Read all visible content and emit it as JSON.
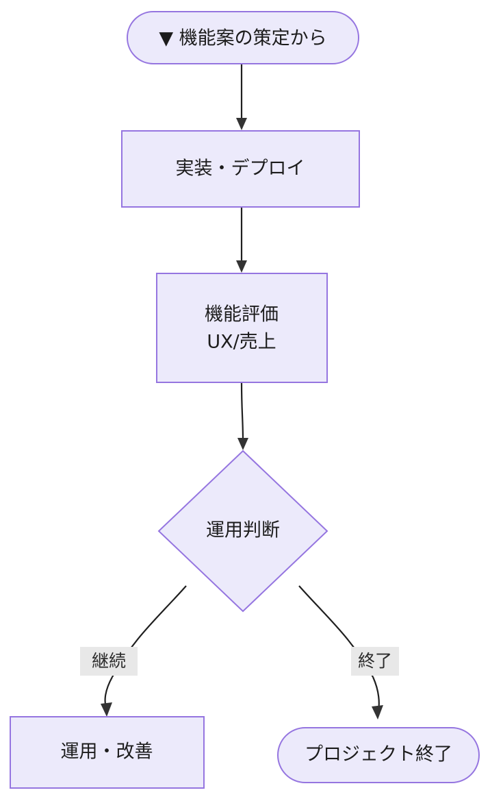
{
  "diagram": {
    "type": "flowchart",
    "direction": "top-to-bottom",
    "theme": {
      "node_fill": "#ECEAFB",
      "node_border": "#9575E0",
      "edge_color": "#1f1f1f",
      "edge_label_background": "#e8e8e8",
      "text_color": "#1c1c1c",
      "canvas_background": "#ffffff"
    },
    "nodes": [
      {
        "id": "start",
        "shape": "stadium",
        "label": "▼ 機能案の策定から",
        "lines": [
          "▼ 機能案の策定から"
        ]
      },
      {
        "id": "deploy",
        "shape": "rect",
        "label": "実装・デプロイ",
        "lines": [
          "実装・デプロイ"
        ]
      },
      {
        "id": "evaluate",
        "shape": "rect",
        "label": "機能評価 UX/売上",
        "lines": [
          "機能評価",
          "UX/売上"
        ]
      },
      {
        "id": "decision",
        "shape": "diamond",
        "label": "運用判断",
        "lines": [
          "運用判断"
        ]
      },
      {
        "id": "improve",
        "shape": "rect",
        "label": "運用・改善",
        "lines": [
          "運用・改善"
        ]
      },
      {
        "id": "finish",
        "shape": "stadium",
        "label": "プロジェクト終了",
        "lines": [
          "プロジェクト終了"
        ]
      }
    ],
    "edges": [
      {
        "from": "start",
        "to": "deploy",
        "label": "",
        "style": "arrow"
      },
      {
        "from": "deploy",
        "to": "evaluate",
        "label": "",
        "style": "arrow"
      },
      {
        "from": "evaluate",
        "to": "decision",
        "label": "",
        "style": "arrow"
      },
      {
        "from": "decision",
        "to": "improve",
        "label": "継続",
        "style": "arrow"
      },
      {
        "from": "decision",
        "to": "finish",
        "label": "終了",
        "style": "arrow"
      }
    ]
  }
}
